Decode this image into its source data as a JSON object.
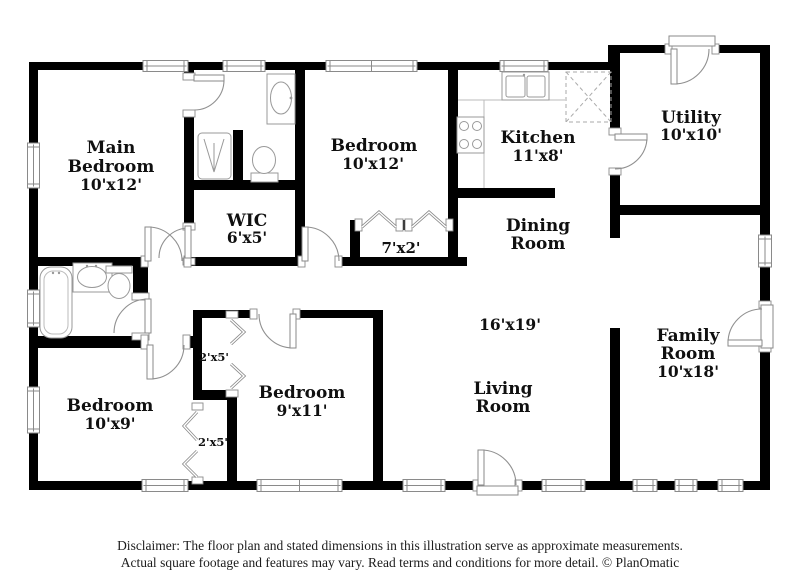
{
  "colors": {
    "wall": "#000000",
    "fixture_outline": "#999999",
    "text": "#101010",
    "background": "#ffffff"
  },
  "rooms": {
    "main_bedroom": {
      "line1": "Main",
      "line2": "Bedroom",
      "dims": "10'x12'"
    },
    "bedroom_top": {
      "name": "Bedroom",
      "dims": "10'x12'"
    },
    "wic": {
      "name": "WIC",
      "dims": "6'x5'"
    },
    "hall_closet": {
      "dims": "7'x2'"
    },
    "kitchen": {
      "name": "Kitchen",
      "dims": "11'x8'"
    },
    "utility": {
      "name": "Utility",
      "dims": "10'x10'"
    },
    "dining_room": {
      "line1": "Dining",
      "line2": "Room"
    },
    "living_room": {
      "line1": "Living",
      "line2": "Room",
      "dims": "16'x19'"
    },
    "family_room": {
      "line1": "Family",
      "line2": "Room",
      "dims": "10'x18'"
    },
    "bedroom_right": {
      "name": "Bedroom",
      "dims": "9'x11'"
    },
    "bedroom_left": {
      "name": "Bedroom",
      "dims": "10'x9'"
    },
    "closet_upper": {
      "dims": "2'x5'"
    },
    "closet_lower": {
      "dims": "2'x5'"
    }
  },
  "disclaimer": {
    "line1": "Disclaimer: The floor plan and stated dimensions in this illustration serve as approximate measurements.",
    "line2": "Actual square footage and features may vary. Read terms and conditions for more detail. © PlanOmatic"
  }
}
